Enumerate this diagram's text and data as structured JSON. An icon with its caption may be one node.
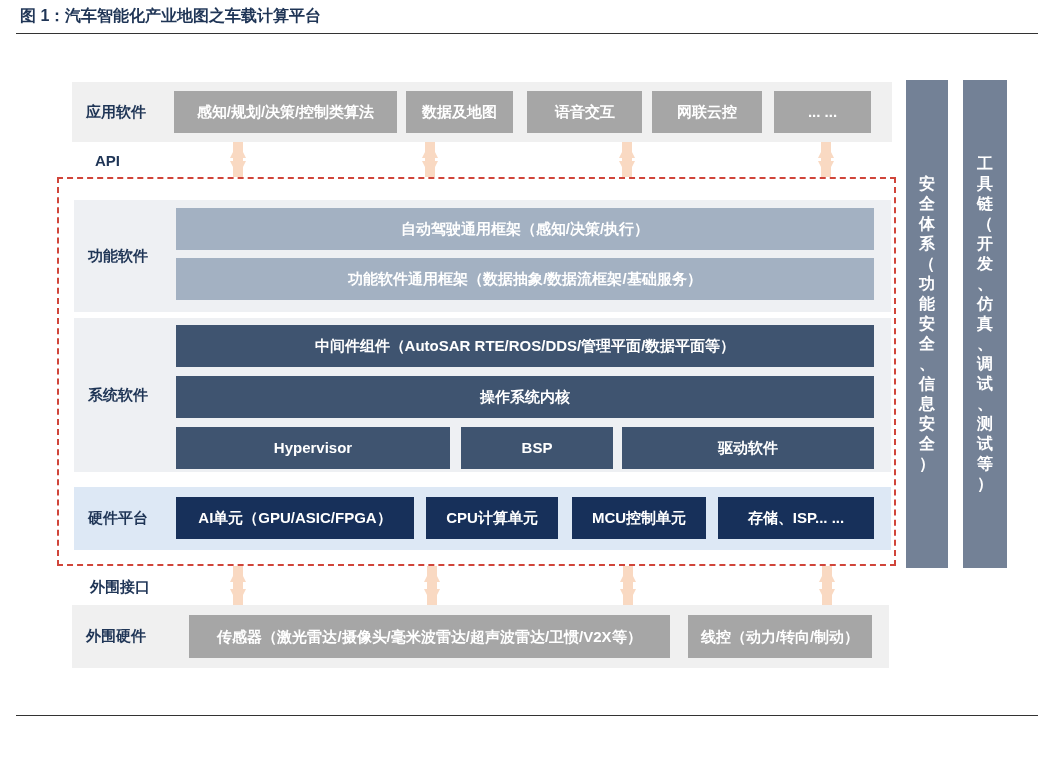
{
  "diagram": {
    "title": "图 1：汽车智能化产业地图之车载计算平台",
    "nodes": [
      {
        "text": [
          "应用软件"
        ]
      },
      {
        "text": [
          "感知/规划/决策/控制类算法"
        ],
        "in": 0
      },
      {
        "text": [
          "数据及地图"
        ],
        "in": 0
      },
      {
        "text": [
          "语音交互"
        ],
        "in": 0
      },
      {
        "text": [
          "网联云控"
        ],
        "in": 0
      },
      {
        "text": [
          "... ..."
        ],
        "in": 0
      },
      {
        "text": [],
        "shape": "box"
      },
      {
        "text": [
          "功能软件"
        ],
        "in": 6
      },
      {
        "text": [
          "自动驾驶通用框架（感知/决策/执行）"
        ],
        "in": 7
      },
      {
        "text": [
          "功能软件通用框架（数据抽象/数据流框架/基础服务）"
        ],
        "in": 7
      },
      {
        "text": [
          "系统软件"
        ],
        "in": 6
      },
      {
        "text": [
          "中间件组件（AutoSAR RTE/ROS/DDS/管理平面/数据平面等）"
        ],
        "in": 10
      },
      {
        "text": [
          "操作系统内核"
        ],
        "in": 10
      },
      {
        "text": [
          "Hypervisor"
        ],
        "in": 10
      },
      {
        "text": [
          "BSP"
        ],
        "in": 10
      },
      {
        "text": [
          "驱动软件"
        ],
        "in": 10
      },
      {
        "text": [
          "硬件平台"
        ],
        "in": 6
      },
      {
        "text": [
          "AI单元（GPU/ASIC/FPGA）"
        ],
        "in": 16
      },
      {
        "text": [
          "CPU计算单元"
        ],
        "in": 16
      },
      {
        "text": [
          "MCU控制单元"
        ],
        "in": 16
      },
      {
        "text": [
          "存储、ISP... ..."
        ],
        "in": 16
      },
      {
        "text": [
          "外围硬件"
        ]
      },
      {
        "text": [
          "传感器（激光雷达/摄像头/毫米波雷达/超声波雷达/卫惯/V2X等）"
        ],
        "in": 21
      },
      {
        "text": [
          "线控（动力/转向/制动）"
        ],
        "in": 21
      },
      {
        "text": [
          "安全体系（功能安全、信息安全）"
        ]
      },
      {
        "text": [
          "工具链（开发、仿真、调试、测试等）"
        ]
      }
    ],
    "edges": [
      {
        "from": 0,
        "to": 6,
        "arrow": "both"
      },
      {
        "from": 0,
        "to": 6,
        "arrow": "both"
      },
      {
        "from": 0,
        "to": 6,
        "arrow": "both"
      },
      {
        "from": 0,
        "to": 6,
        "arrow": "both"
      },
      {
        "from": 6,
        "to": 21,
        "arrow": "both"
      },
      {
        "from": 6,
        "to": 21,
        "arrow": "both"
      },
      {
        "from": 6,
        "to": 21,
        "arrow": "both"
      },
      {
        "from": 6,
        "to": 21,
        "arrow": "both"
      }
    ],
    "labels": [
      "API",
      "外围接口"
    ]
  }
}
